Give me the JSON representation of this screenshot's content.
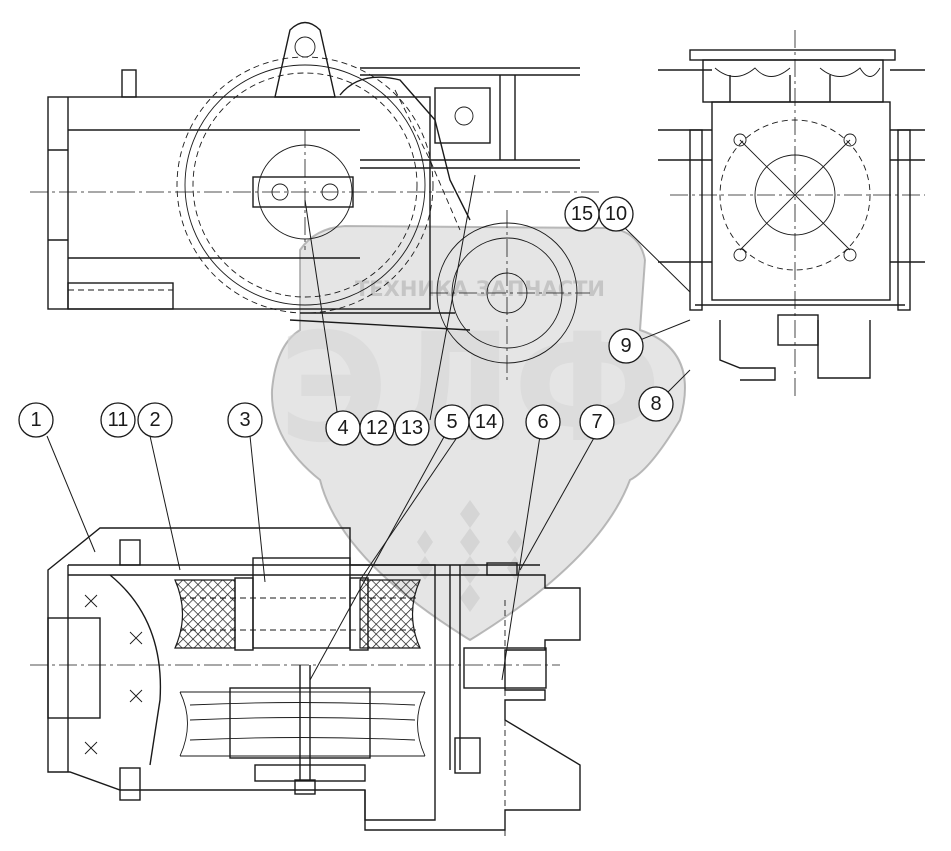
{
  "watermark": {
    "brand_line": "ТЕХНИКА ЗАПЧАСТИ",
    "logo_letters": "ЭЛФ"
  },
  "callouts": [
    {
      "id": "c1",
      "label": "1"
    },
    {
      "id": "c11",
      "label": "11"
    },
    {
      "id": "c2",
      "label": "2"
    },
    {
      "id": "c3",
      "label": "3"
    },
    {
      "id": "c4",
      "label": "4"
    },
    {
      "id": "c12",
      "label": "12"
    },
    {
      "id": "c13",
      "label": "13"
    },
    {
      "id": "c5",
      "label": "5"
    },
    {
      "id": "c14",
      "label": "14"
    },
    {
      "id": "c6",
      "label": "6"
    },
    {
      "id": "c7",
      "label": "7"
    },
    {
      "id": "c15",
      "label": "15"
    },
    {
      "id": "c10",
      "label": "10"
    },
    {
      "id": "c9",
      "label": "9"
    },
    {
      "id": "c8",
      "label": "8"
    }
  ],
  "colors": {
    "ink": "#1a1a1a",
    "paper": "#ffffff",
    "watermark": "#cfcfcf"
  }
}
